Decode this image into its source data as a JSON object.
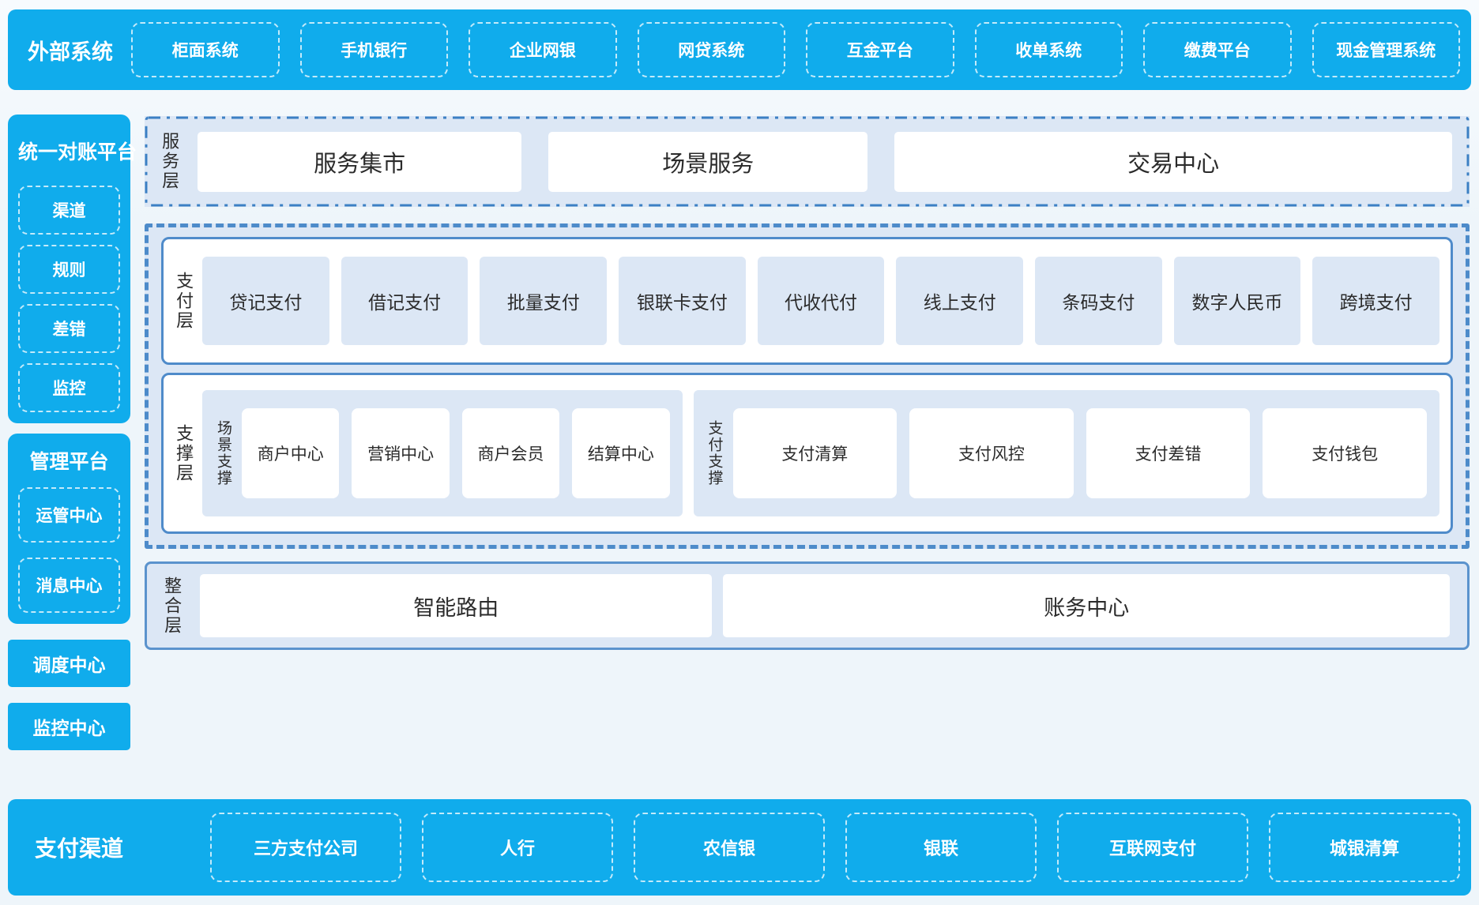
{
  "colors": {
    "brand_blue": "#10acec",
    "panel_light_blue": "#dce7f5",
    "solid_border_blue": "#4f8bca",
    "dashed_border_blue": "#4d8bca",
    "dashdot_border_blue": "#3c80c4",
    "card_white": "#ffffff",
    "dark_text": "#2b2b2b",
    "page_background": "#eef5fa"
  },
  "top_bar": {
    "title": "外部系统",
    "items": [
      "柜面系统",
      "手机银行",
      "企业网银",
      "网贷系统",
      "互金平台",
      "收单系统",
      "缴费平台",
      "现金管理系统"
    ]
  },
  "sidebar": {
    "reconciliation": {
      "title": "统一对账平台",
      "items": [
        "渠道",
        "规则",
        "差错",
        "监控"
      ]
    },
    "management": {
      "title": "管理平台",
      "items": [
        "运管中心",
        "消息中心"
      ]
    },
    "dispatch_center": "调度中心",
    "monitor_center": "监控中心"
  },
  "service_layer": {
    "label": "服务层",
    "items": [
      "服务集市",
      "场景服务",
      "交易中心"
    ]
  },
  "payment_layer": {
    "label": "支付层",
    "items": [
      "贷记支付",
      "借记支付",
      "批量支付",
      "银联卡支付",
      "代收代付",
      "线上支付",
      "条码支付",
      "数字人民币",
      "跨境支付"
    ]
  },
  "support_layer": {
    "label": "支撑层",
    "groups": {
      "scene": {
        "label": "场景支撑",
        "items": [
          "商户中心",
          "营销中心",
          "商户会员",
          "结算中心"
        ]
      },
      "payment": {
        "label": "支付支撑",
        "items": [
          "支付清算",
          "支付风控",
          "支付差错",
          "支付钱包"
        ]
      }
    }
  },
  "integration_layer": {
    "label": "整合层",
    "items": [
      "智能路由",
      "账务中心"
    ]
  },
  "bottom_bar": {
    "title": "支付渠道",
    "items": [
      "三方支付公司",
      "人行",
      "农信银",
      "银联",
      "互联网支付",
      "城银清算"
    ]
  }
}
